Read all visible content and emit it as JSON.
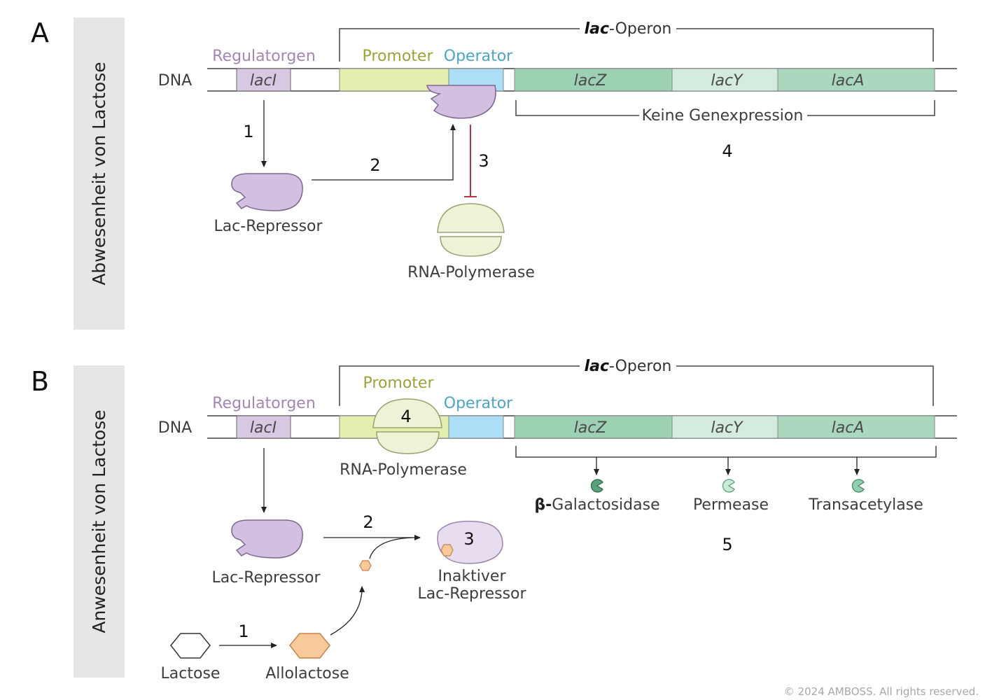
{
  "colors": {
    "regulator": "#a584b6",
    "lacI_fill": "#d9c8e4",
    "promoter_text": "#9ea23a",
    "promoter_fill": "#e4ecae",
    "operator_text": "#4aa6c8",
    "operator_fill": "#acdff7",
    "lacZ_fill": "#9dd1b4",
    "lacY_fill": "#d3ecdf",
    "lacA_fill": "#a9d8bf",
    "repressor_fill": "#d3c0e0",
    "repressor_stroke": "#7e6790",
    "polymerase_fill": "#eef3d7",
    "polymerase_stroke": "#9aa270",
    "inhibit": "#b03a48",
    "allolactose_fill": "#f8c99a",
    "allolactose_stroke": "#c7824b",
    "side_panel": "#e6e6e6"
  },
  "copyright": "© 2024 AMBOSS. All rights reserved.",
  "panelA": {
    "letter": "A",
    "side_title": "Abwesenheit von Lactose",
    "operon_italic": "lac",
    "operon_rest": "-Operon",
    "regulatorgen": "Regulatorgen",
    "promoter": "Promoter",
    "operator": "Operator",
    "dna": "DNA",
    "lacI": "lacI",
    "lacZ": "lacZ",
    "lacY": "lacY",
    "lacA": "lacA",
    "keine_genexpression": "Keine Genexpression",
    "step1": "1",
    "step2": "2",
    "step3": "3",
    "step4": "4",
    "lac_repressor": "Lac-Repressor",
    "rna_polymerase": "RNA-Polymerase"
  },
  "panelB": {
    "letter": "B",
    "side_title": "Anwesenheit von Lactose",
    "operon_italic": "lac",
    "operon_rest": "-Operon",
    "regulatorgen": "Regulatorgen",
    "promoter": "Promoter",
    "operator": "Operator",
    "dna": "DNA",
    "lacI": "lacI",
    "lacZ": "lacZ",
    "lacY": "lacY",
    "lacA": "lacA",
    "step1": "1",
    "step2": "2",
    "step3": "3",
    "step4": "4",
    "step5": "5",
    "rna_polymerase": "RNA-Polymerase",
    "lac_repressor": "Lac-Repressor",
    "inaktiver_line1": "Inaktiver",
    "inaktiver_line2": "Lac-Repressor",
    "beta": "β-",
    "galactosidase": "Galactosidase",
    "permease": "Permease",
    "transacetylase": "Transacetylase",
    "lactose": "Lactose",
    "allolactose": "Allolactose"
  }
}
